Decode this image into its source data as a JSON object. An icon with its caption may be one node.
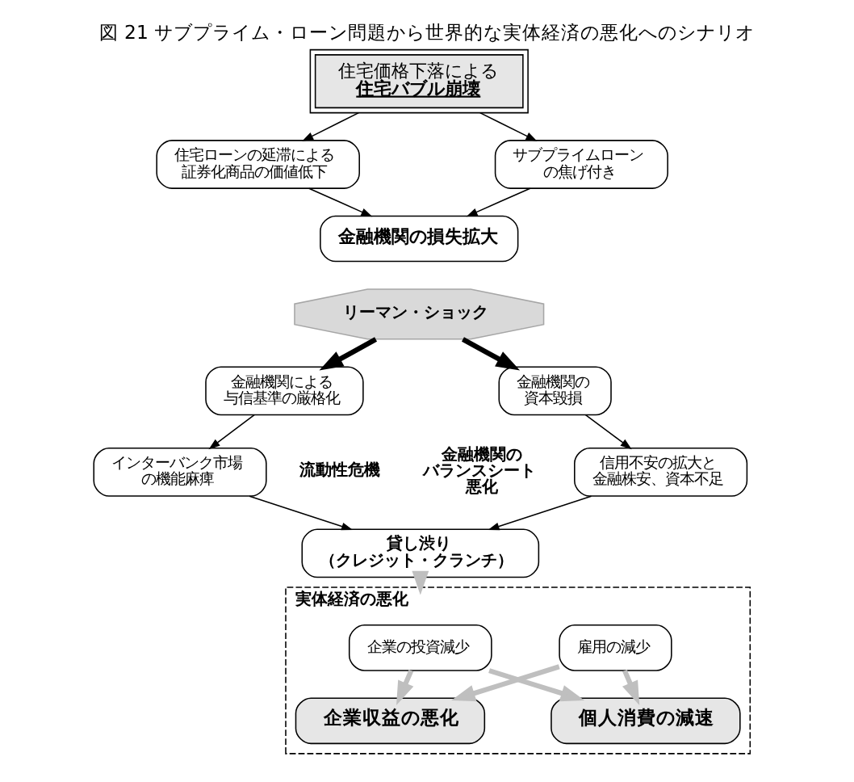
{
  "diagram": {
    "title": "図 21 サブプライム・ローン問題から世界的な実体経済の悪化へのシナリオ",
    "nodes": [
      {
        "text": [
          "住宅価格下落による",
          "住宅バブル崩壊"
        ]
      },
      {
        "text": [
          "住宅ローンの延滞による証券化商品の価値低下"
        ]
      },
      {
        "text": [
          "サブプライムローンの焦げ付き"
        ]
      },
      {
        "text": [
          "金融機関の損失拡大"
        ]
      },
      {
        "text": [
          "リーマン・ショック"
        ]
      },
      {
        "text": [
          "金融機関による与信基準の厳格化"
        ]
      },
      {
        "text": [
          "インターバンク市場の機能麻痺"
        ]
      },
      {
        "text": [
          "金融機関の資本毀損"
        ]
      },
      {
        "text": [
          "信用不安の拡大と金融株安、資本不足"
        ]
      },
      {
        "text": [
          "貸し渋り（クレジット・クランチ）"
        ]
      },
      {
        "text": [
          "実体経済の悪化"
        ]
      },
      {
        "text": [
          "企業の投資減少"
        ],
        "in": 10
      },
      {
        "text": [
          "雇用の減少"
        ],
        "in": 10
      },
      {
        "text": [
          "企業収益の悪化"
        ],
        "in": 10
      },
      {
        "text": [
          "個人消費の減速"
        ],
        "in": 10
      }
    ],
    "edges": [
      {
        "from": 0,
        "to": 1,
        "arrow": "to"
      },
      {
        "from": 0,
        "to": 2,
        "arrow": "to"
      },
      {
        "from": 1,
        "to": 3,
        "arrow": "to"
      },
      {
        "from": 2,
        "to": 3,
        "arrow": "to"
      },
      {
        "from": 4,
        "to": 5,
        "arrow": "to",
        "style": "thick"
      },
      {
        "from": 4,
        "to": 7,
        "arrow": "to",
        "style": "thick"
      },
      {
        "from": 5,
        "to": 6,
        "arrow": "to"
      },
      {
        "from": 7,
        "to": 8,
        "arrow": "to"
      },
      {
        "from": 6,
        "to": 9,
        "arrow": "to"
      },
      {
        "from": 8,
        "to": 9,
        "arrow": "to"
      },
      {
        "from": 9,
        "to": 10,
        "arrow": "to",
        "style": "thick",
        "color": "#bfbfbf"
      },
      {
        "from": 11,
        "to": 13,
        "arrow": "to",
        "style": "thick",
        "color": "#bfbfbf"
      },
      {
        "from": 11,
        "to": 14,
        "arrow": "to",
        "style": "thick",
        "color": "#bfbfbf"
      },
      {
        "from": 12,
        "to": 13,
        "arrow": "to",
        "style": "thick",
        "color": "#bfbfbf"
      },
      {
        "from": 12,
        "to": 14,
        "arrow": "to",
        "style": "thick",
        "color": "#bfbfbf"
      }
    ],
    "labels": [
      "流動性危機",
      "金融機関のバランスシート悪化"
    ]
  }
}
